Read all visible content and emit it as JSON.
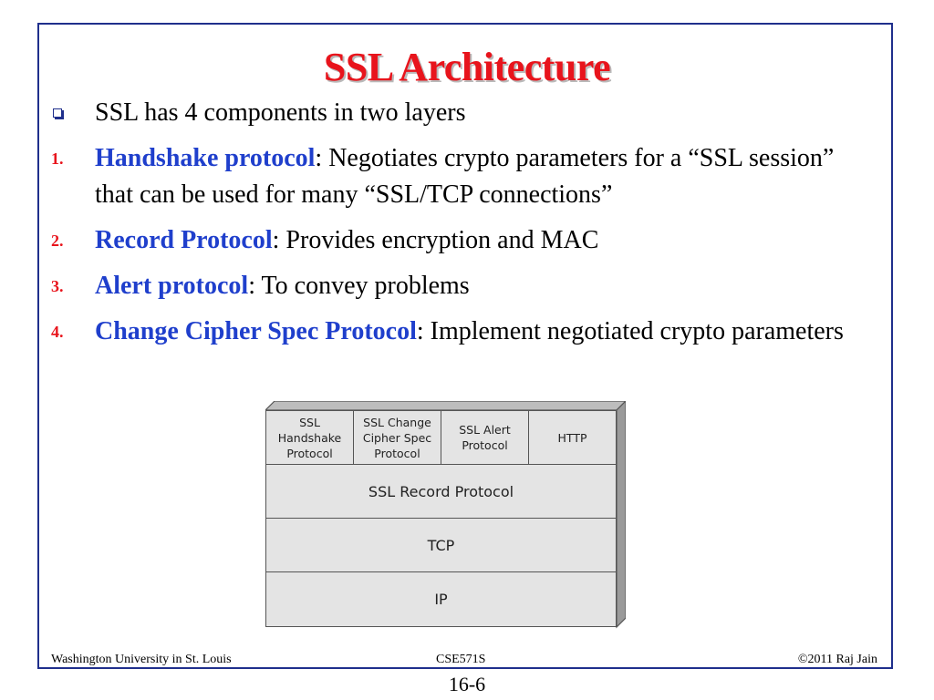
{
  "slide": {
    "title": "SSL Architecture",
    "bullets": [
      {
        "marker": "",
        "term": "",
        "text": "SSL has 4 components in two layers"
      },
      {
        "marker": "1.",
        "term": "Handshake protocol",
        "text": ": Negotiates crypto parameters for a “SSL session” that can be used for many “SSL/TCP connections”"
      },
      {
        "marker": "2.",
        "term": "Record Protocol",
        "text": ": Provides encryption and MAC"
      },
      {
        "marker": "3.",
        "term": "Alert protocol",
        "text": ": To convey problems"
      },
      {
        "marker": "4.",
        "term": "Change Cipher Spec Protocol",
        "text": ": Implement negotiated crypto parameters"
      }
    ]
  },
  "diagram": {
    "top_layer": [
      "SSL\nHandshake\nProtocol",
      "SSL Change\nCipher Spec\nProtocol",
      "SSL Alert\nProtocol",
      "HTTP"
    ],
    "record": "SSL Record Protocol",
    "tcp": "TCP",
    "ip": "IP"
  },
  "footer": {
    "left": "Washington University in St. Louis",
    "center": "CSE571S",
    "right": "©2011 Raj Jain",
    "page": "16-6"
  },
  "colors": {
    "title": "#e8141c",
    "term": "#1f3fcc",
    "border": "#1f2f8c"
  }
}
